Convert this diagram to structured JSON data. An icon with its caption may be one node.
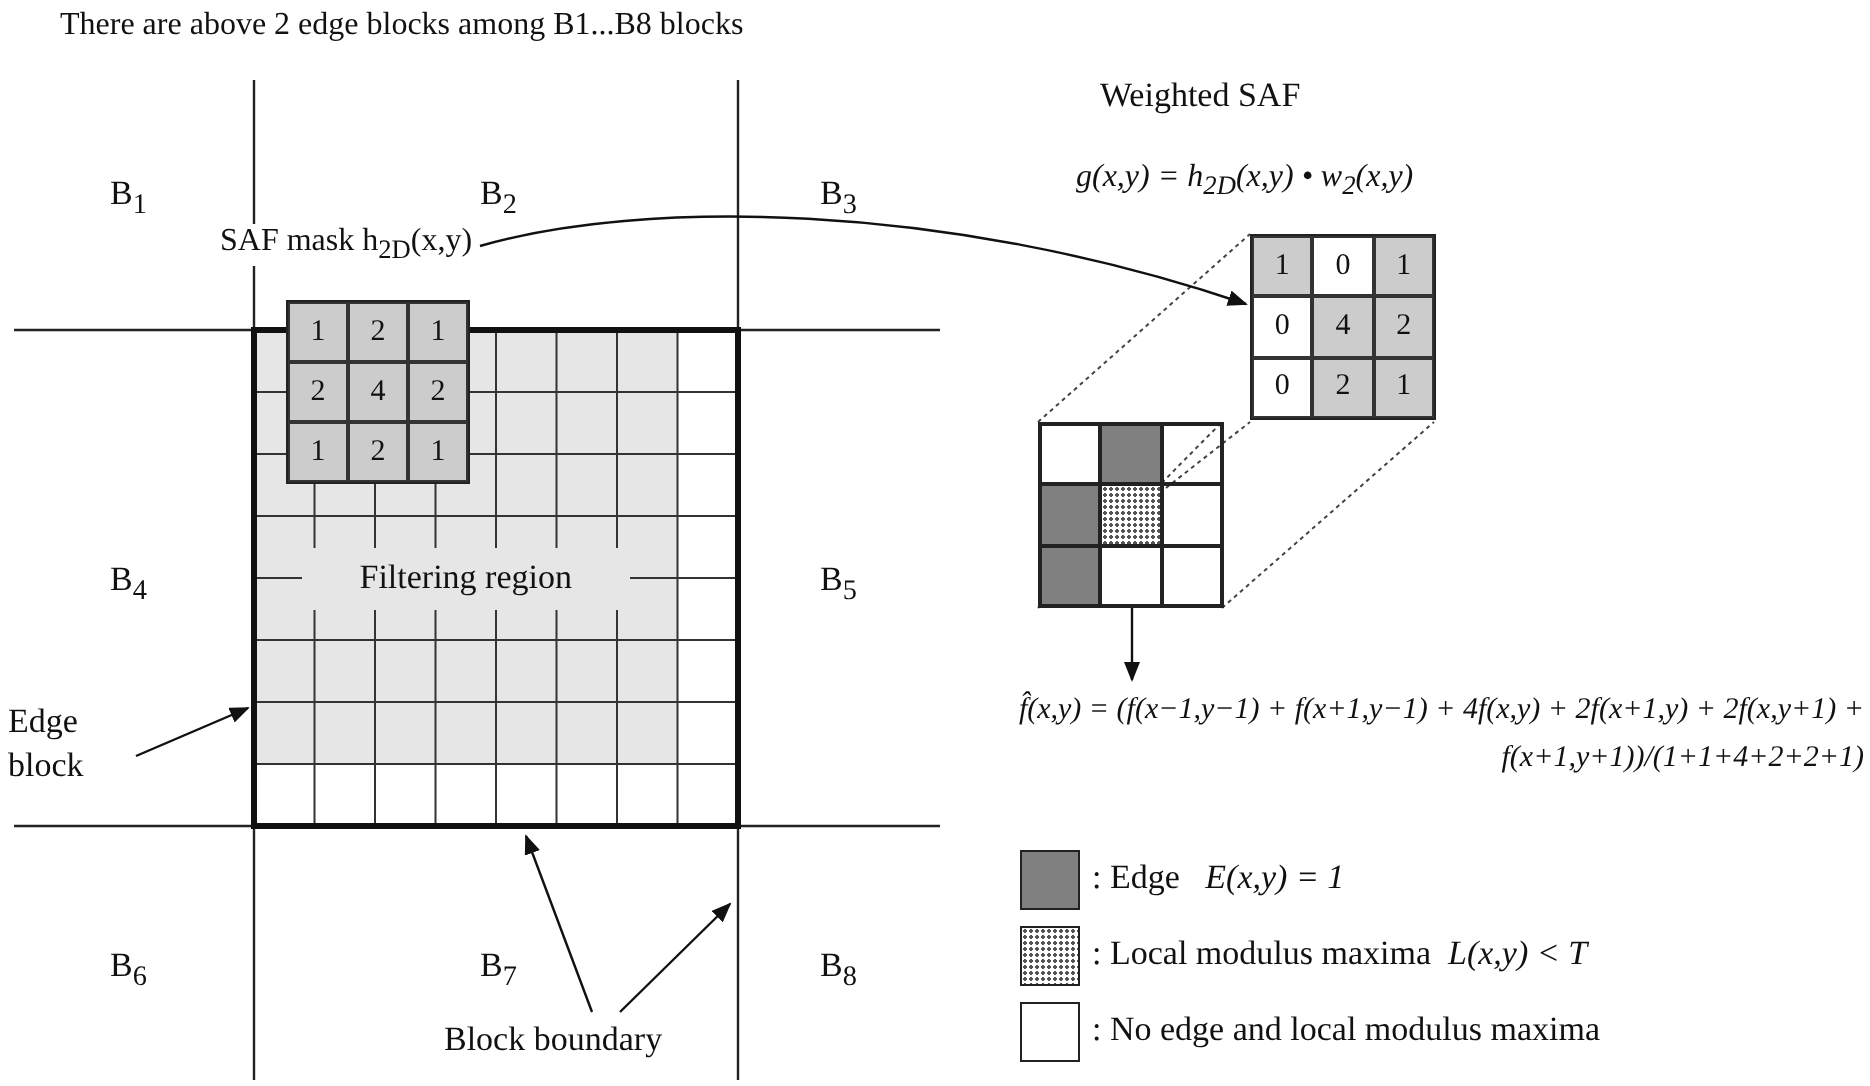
{
  "diagram": {
    "title": "There are above 2 edge blocks among B1...B8 blocks",
    "nodes": [
      {
        "text": [
          "SAF mask h$_{2D}$(x,y)"
        ]
      },
      {
        "text": [
          "1",
          "2",
          "1",
          "2",
          "4",
          "2",
          "1",
          "2",
          "1"
        ]
      },
      {
        "text": [
          "Filtering region"
        ]
      },
      {
        "text": [
          "Edge block"
        ]
      },
      {
        "text": [
          "Block boundary"
        ]
      },
      {
        "text": [
          "1",
          "0",
          "1",
          "0",
          "4",
          "2",
          "0",
          "2",
          "1"
        ]
      },
      {
        "text": [],
        "shape": "box"
      },
      {
        "text": [
          "f̂(x,y) = (f(x−1,y−1) + f(x+1,y−1) + 4f(x,y) + 2f(x+1,y) + 2f(x,y+1) + f(x+1,y+1))/(1+1+4+2+2+1)"
        ]
      }
    ],
    "edges": [
      {
        "from": 0,
        "to": 5,
        "arrow": "to"
      },
      {
        "from": 6,
        "to": 7,
        "arrow": "to"
      },
      {
        "from": 3,
        "to": 2,
        "arrow": "to"
      },
      {
        "from": 4,
        "to": 2,
        "arrow": "to"
      },
      {
        "from": 4,
        "to": null,
        "arrow": "to"
      }
    ],
    "labels": [
      "Weighted SAF",
      "g(x,y) = h$_{2D}$(x,y) • w$_{2}$(x,y)",
      "B$_{1}$",
      "B$_{2}$",
      "B$_{3}$",
      "B$_{4}$",
      "B$_{5}$",
      "B$_{6}$",
      "B$_{7}$",
      "B$_{8}$"
    ],
    "legend": [
      {
        "text": ": Edge   *E(x,y) = 1*",
        "color": "#808080"
      },
      {
        "text": ": Local modulus maxima  *L(x,y) < T*"
      },
      {
        "text": ": No edge and local modulus maxima",
        "color": "#ffffff"
      }
    ]
  }
}
